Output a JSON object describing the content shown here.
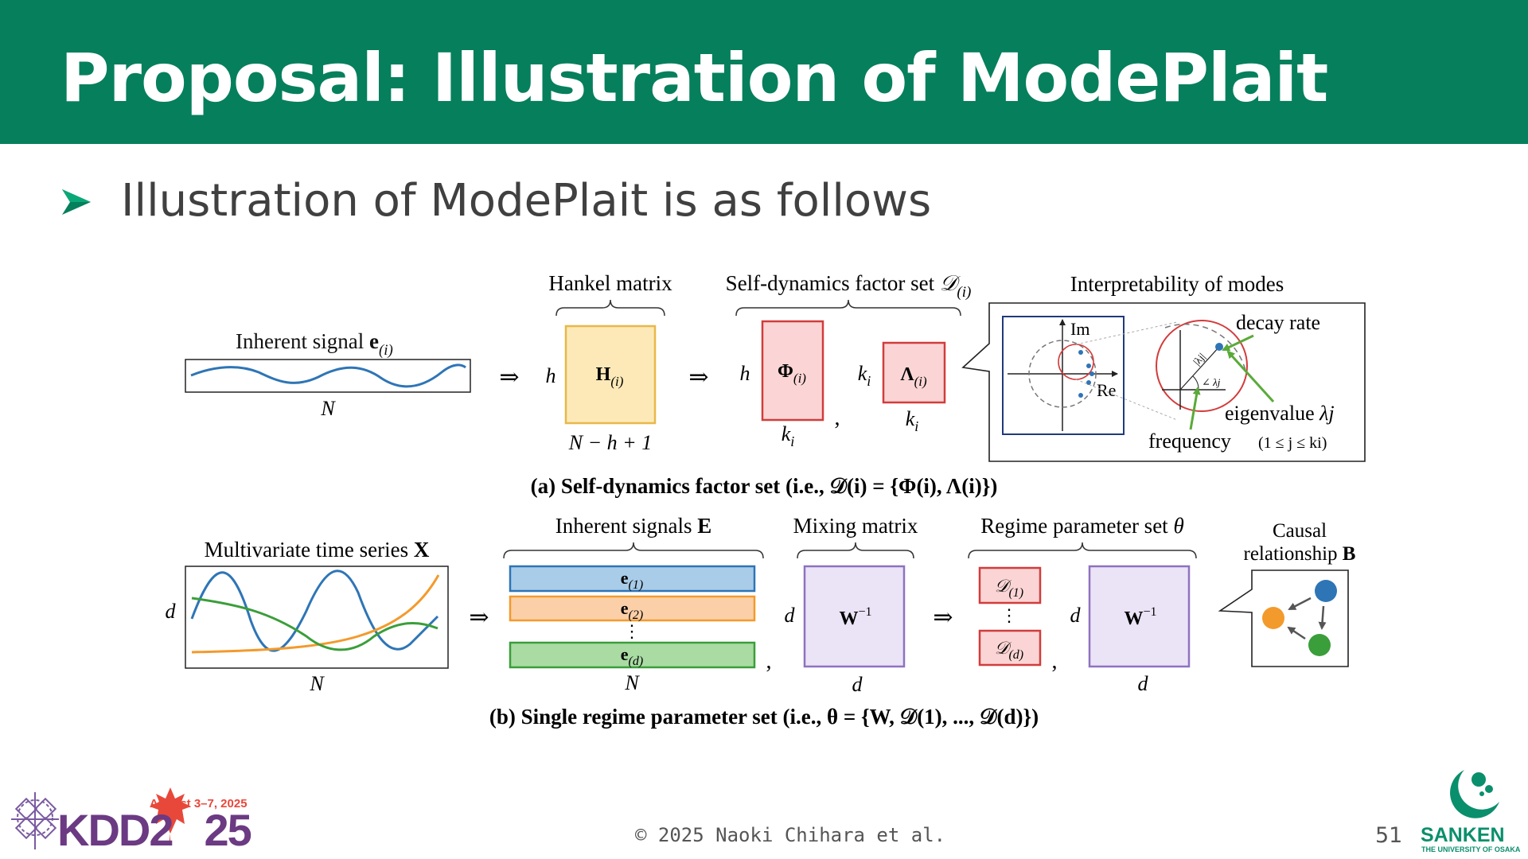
{
  "slide": {
    "title": "Proposal: Illustration of ModePlait",
    "bullet": "Illustration of ModePlait is as follows",
    "footer_copyright": "© 2025 Naoki Chihara et al.",
    "page_number": "51"
  },
  "logos": {
    "kdd_date": "August 3–7, 2025",
    "kdd_name_left": "KDD2",
    "kdd_name_right": "25",
    "sanken_name": "SANKEN",
    "sanken_subtitle": "THE UNIVERSITY OF OSAKA"
  },
  "colors": {
    "header_green": "#067f5c",
    "series_blue": "#2e75b6",
    "series_orange": "#f39a2c",
    "series_green": "#3a9e3a",
    "hankel_fill": "#fde9b8",
    "hankel_stroke": "#e8b84a",
    "factor_fill": "#fbd5d5",
    "factor_stroke": "#d23c3c",
    "mixing_fill": "#ebe3f6",
    "mixing_stroke": "#8e72c0"
  },
  "figure_a": {
    "inherent_signal_label": "Inherent signal ",
    "inherent_signal_sym": "e",
    "inherent_signal_sub": "(i)",
    "signal_length": "N",
    "implies": "⇒",
    "hankel_title": "Hankel matrix",
    "hankel_rows": "h",
    "hankel_sym": "H",
    "hankel_sub": "(i)",
    "hankel_cols": "N − h + 1",
    "factor_title": "Self-dynamics factor set ",
    "factor_title_sym": "𝒟",
    "factor_title_sub": "(i)",
    "phi_rows": "h",
    "phi_sym": "Φ",
    "phi_sub": "(i)",
    "phi_cols": "k",
    "phi_cols_sub": "i",
    "comma": ",",
    "lambda_rows": "k",
    "lambda_rows_sub": "i",
    "lambda_sym": "Λ",
    "lambda_sub": "(i)",
    "lambda_cols": "k",
    "lambda_cols_sub": "i",
    "interp_title": "Interpretability of modes",
    "axis_im": "Im",
    "axis_re": "Re",
    "decay_rate": "decay rate",
    "magnitude_label": "|λj|",
    "angle_label": "∠ λj",
    "eigenvalue": "eigenvalue ",
    "eigenvalue_sym": "λj",
    "frequency": "frequency",
    "range": "(1 ≤ j ≤ ki)",
    "caption": "(a) Self-dynamics factor set (i.e., 𝒟(i) = {Φ(i), Λ(i)})"
  },
  "figure_b": {
    "mts_title": "Multivariate time series ",
    "mts_sym": "X",
    "mts_rows": "d",
    "mts_cols": "N",
    "implies": "⇒",
    "signals_title": "Inherent signals ",
    "signals_sym": "E",
    "signal_items": [
      {
        "sym": "e",
        "sub": "(1)"
      },
      {
        "sym": "e",
        "sub": "(2)"
      },
      {
        "sym": "e",
        "sub": "(d)"
      }
    ],
    "vdots": "⋮",
    "signals_cols": "N",
    "comma": ",",
    "mixing_title": "Mixing matrix",
    "mixing_rows": "d",
    "mixing_sym": "W",
    "mixing_sup": "−1",
    "mixing_cols": "d",
    "regime_title": "Regime parameter set ",
    "regime_sym": "θ",
    "regime_items": [
      {
        "sym": "𝒟",
        "sub": "(1)"
      },
      {
        "sym": "𝒟",
        "sub": "(d)"
      }
    ],
    "regime_w_rows": "d",
    "regime_w_sym": "W",
    "regime_w_sup": "−1",
    "regime_w_cols": "d",
    "causal_line1": "Causal",
    "causal_line2": "relationship ",
    "causal_sym": "B",
    "caption": "(b) Single regime parameter set (i.e., θ = {W, 𝒟(1), ..., 𝒟(d)})"
  }
}
